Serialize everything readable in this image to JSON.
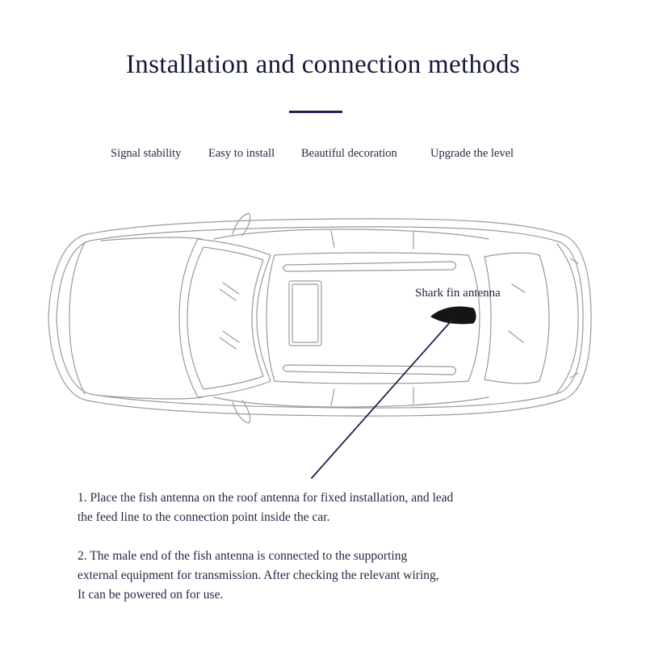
{
  "title": "Installation and connection methods",
  "features": [
    "Signal stability",
    "Easy to install",
    "Beautiful decoration",
    "Upgrade the level"
  ],
  "antenna_label": "Shark fin antenna",
  "steps": [
    {
      "lines": [
        "1. Place the fish antenna on the roof antenna for fixed installation, and lead",
        "the feed line to the connection point inside the car."
      ]
    },
    {
      "lines": [
        "2. The male end of the fish antenna is connected to the supporting",
        "external equipment for transmission. After checking the relevant wiring,",
        "It can be powered on for use."
      ]
    }
  ],
  "colors": {
    "text": "#1b2240",
    "accent": "#1b2450",
    "outline": "#9a9a9a"
  },
  "icons": [
    "car-top-view-illustration",
    "shark-fin-antenna-icon"
  ]
}
